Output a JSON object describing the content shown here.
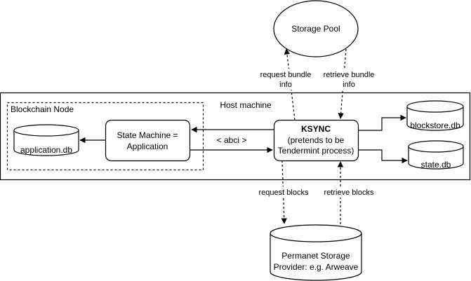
{
  "host": {
    "label": "Host machine"
  },
  "node": {
    "label": "Blockchain Node"
  },
  "storage_pool": {
    "label": "Storage Pool"
  },
  "state_machine": {
    "line1": "State Machine =",
    "line2": "Application"
  },
  "application_db": {
    "label": "application.db"
  },
  "ksync": {
    "title": "KSYNC",
    "line2": "(pretends to be",
    "line3": "Tendermint process)"
  },
  "abci": {
    "label": "< abci >"
  },
  "blockstore_db": {
    "label": "blockstore.db"
  },
  "state_db": {
    "label": "state.db"
  },
  "request_bundle": {
    "line1": "request bundle",
    "line2": "info"
  },
  "retrieve_bundle": {
    "line1": "retrieve bundle",
    "line2": "info"
  },
  "request_blocks": {
    "label": "request blocks"
  },
  "retrieve_blocks": {
    "label": "retrieve blocks"
  },
  "permanet": {
    "line1": "Permanet Storage",
    "line2": "Provider: e.g. Arweave"
  }
}
